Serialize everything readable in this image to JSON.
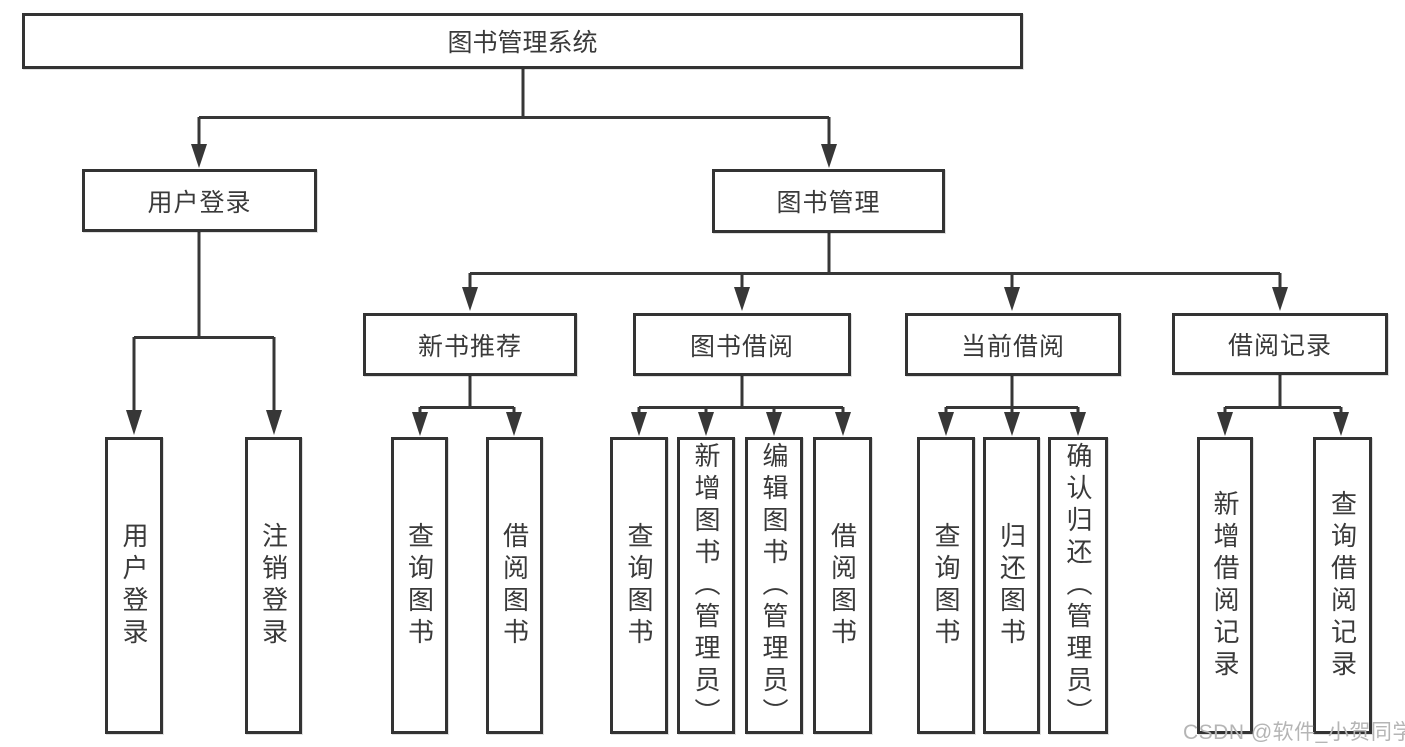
{
  "diagram": {
    "root": "图书管理系统",
    "level2": {
      "login": "用户登录",
      "manage": "图书管理"
    },
    "level3": {
      "recommend": "新书推荐",
      "borrow": "图书借阅",
      "current": "当前借阅",
      "records": "借阅记录"
    },
    "leaves": {
      "login": [
        "用户登录",
        "注销登录"
      ],
      "recommend": [
        "查询图书",
        "借阅图书"
      ],
      "borrow": [
        "查询图书",
        "新增图书（管理员）",
        "编辑图书（管理员）",
        "借阅图书"
      ],
      "current": [
        "查询图书",
        "归还图书",
        "确认归还（管理员）"
      ],
      "records": [
        "新增借阅记录",
        "查询借阅记录"
      ]
    }
  },
  "colors": {
    "line": "#373737",
    "border": "#333333",
    "text": "#3a3a3a",
    "watermark": "#b5b5b5",
    "background": "#ffffff"
  },
  "watermark": "CSDN @软件_小贺同学"
}
